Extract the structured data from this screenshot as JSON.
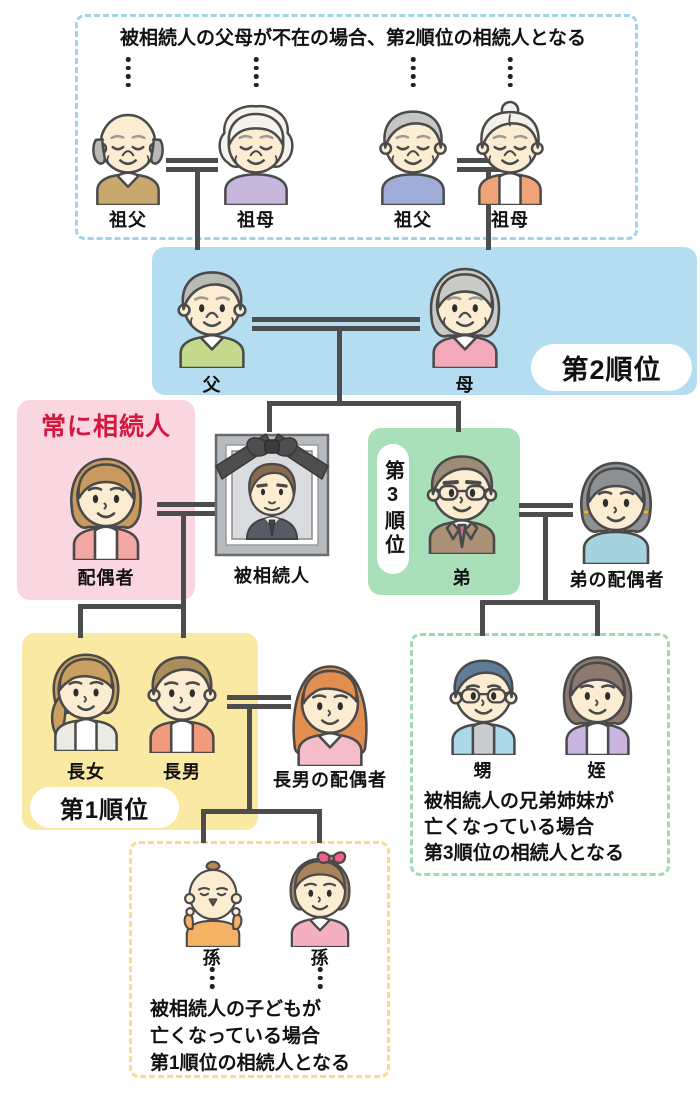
{
  "ancestors_box": {
    "note": "被相続人の父母が不在の場合、第2順位の相続人となる",
    "members": [
      {
        "label": "祖父"
      },
      {
        "label": "祖母"
      },
      {
        "label": "祖父"
      },
      {
        "label": "祖母"
      }
    ]
  },
  "parents_box": {
    "badge": "第2順位",
    "father": "父",
    "mother": "母"
  },
  "spouse_box": {
    "heading": "常に相続人",
    "label": "配偶者"
  },
  "deceased": {
    "label": "被相続人"
  },
  "brother_box": {
    "badge": "第3順位",
    "label": "弟"
  },
  "brother_spouse": {
    "label": "弟の配偶者"
  },
  "children_box": {
    "badge": "第1順位",
    "daughter": "長女",
    "son": "長男"
  },
  "son_spouse": {
    "label": "長男の配偶者"
  },
  "nephew_box": {
    "nephew": "甥",
    "niece": "姪",
    "note_lines": [
      "被相続人の兄弟姉妹が",
      "亡くなっている場合",
      "第3順位の相続人となる"
    ]
  },
  "grandchildren_box": {
    "grandchild1": "孫",
    "grandchild2": "孫",
    "note_lines": [
      "被相続人の子どもが",
      "亡くなっている場合",
      "第1順位の相続人となる"
    ]
  },
  "colors": {
    "rank2_bg": "#b5ddf2",
    "rank3_bg": "#a9e0ba",
    "rank1_bg": "#fae9a3",
    "spouse_bg": "#fad7e0",
    "always_heir_text": "#d3173f",
    "connector": "#4d4d4d",
    "ancestors_dash": "#9fd3ee",
    "nephew_dash": "#9edcb0",
    "grandchildren_dash": "#f4dd8d"
  }
}
